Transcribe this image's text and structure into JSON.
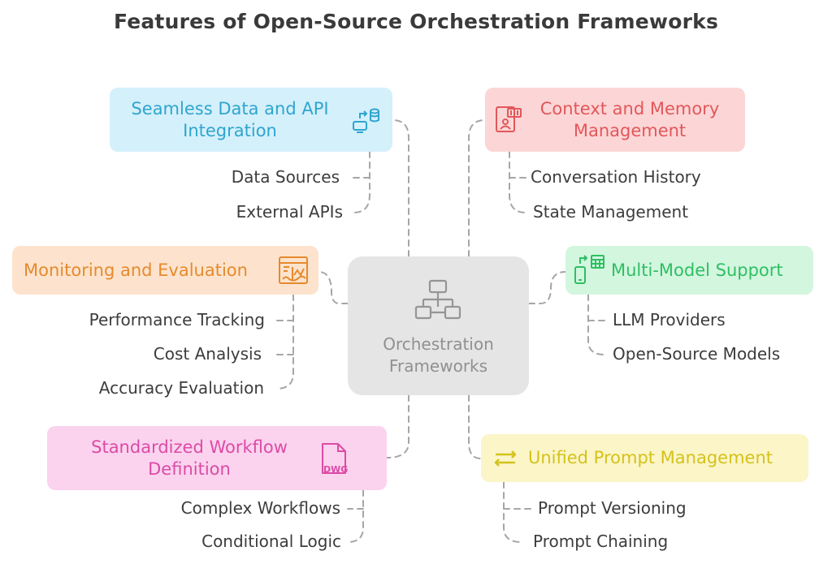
{
  "title": "Features of Open-Source Orchestration Frameworks",
  "center": {
    "label": "Orchestration\nFrameworks",
    "icon": "hierarchy-icon"
  },
  "colors": {
    "blue": "#d4f0fb",
    "blue_text": "#2fa5cf",
    "red": "#fcd6d6",
    "red_text": "#e2575b",
    "orange": "#fde3cd",
    "orange_text": "#e58a2e",
    "green": "#d3f6df",
    "green_text": "#2fbf63",
    "pink": "#fbd3ee",
    "pink_text": "#dc4ba6",
    "yellow": "#fbf5c8",
    "yellow_text": "#d4c21c",
    "connector": "#a6a6a6"
  },
  "branches": {
    "data_api": {
      "label": "Seamless Data and API\nIntegration",
      "icon": "database-exchange-icon",
      "items": [
        "Data Sources",
        "External APIs"
      ]
    },
    "context_memory": {
      "label": "Context and Memory\nManagement",
      "icon": "memory-profile-icon",
      "items": [
        "Conversation History",
        "State Management"
      ]
    },
    "monitoring": {
      "label": "Monitoring and Evaluation",
      "icon": "monitor-chart-icon",
      "items": [
        "Performance Tracking",
        "Cost Analysis",
        "Accuracy Evaluation"
      ]
    },
    "multi_model": {
      "label": "Multi-Model Support",
      "icon": "phone-calculator-icon",
      "items": [
        "LLM Providers",
        "Open-Source Models"
      ]
    },
    "workflow": {
      "label": "Standardized Workflow\nDefinition",
      "icon": "dwg-file-icon",
      "icon_text": "DWG",
      "items": [
        "Complex Workflows",
        "Conditional Logic"
      ]
    },
    "prompt": {
      "label": "Unified Prompt Management",
      "icon": "arrows-exchange-icon",
      "items": [
        "Prompt Versioning",
        "Prompt Chaining"
      ]
    }
  }
}
